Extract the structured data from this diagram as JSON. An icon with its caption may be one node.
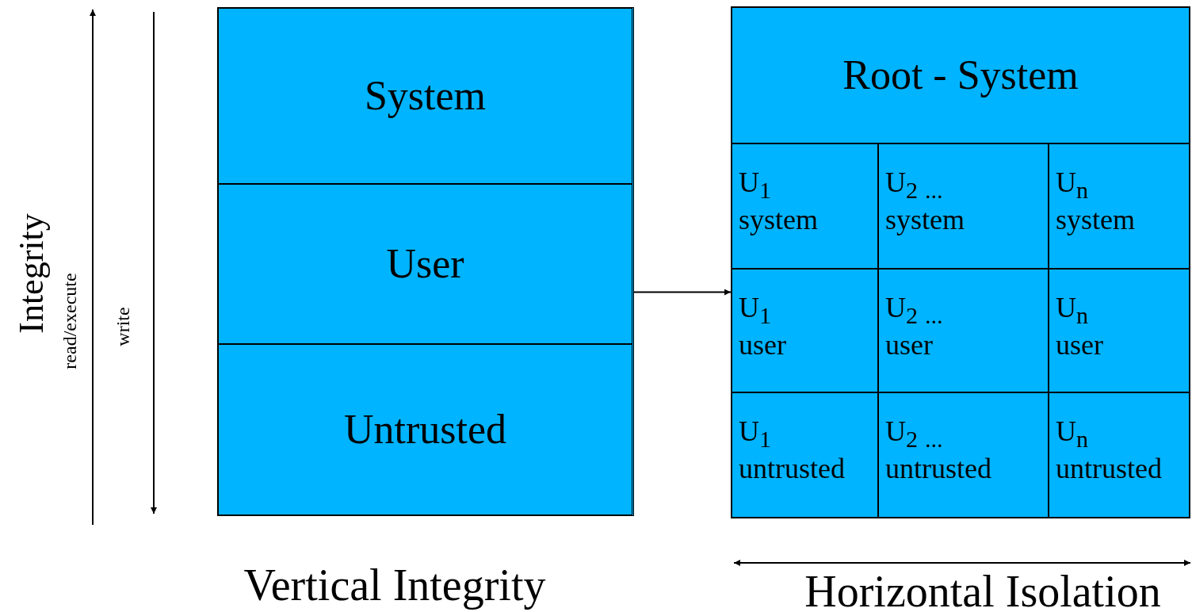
{
  "diagram": {
    "nodes": [
      {
        "text": [],
        "shape": "box"
      },
      {
        "text": [
          "System"
        ],
        "in": 0
      },
      {
        "text": [
          "User"
        ],
        "in": 0
      },
      {
        "text": [
          "Untrusted"
        ],
        "in": 0
      },
      {
        "text": [],
        "shape": "box"
      },
      {
        "text": [
          "Root - System"
        ],
        "in": 4
      },
      {
        "text": [
          "U$_{1}$",
          "system"
        ],
        "in": 4
      },
      {
        "text": [
          "U$_{2}$ $_{...}$",
          "system"
        ],
        "in": 4
      },
      {
        "text": [
          "U$_{n}$",
          "system"
        ],
        "in": 4
      },
      {
        "text": [
          "U$_{1}$",
          "user"
        ],
        "in": 4
      },
      {
        "text": [
          "U$_{2}$ $_{...}$",
          "user"
        ],
        "in": 4
      },
      {
        "text": [
          "U$_{n}$",
          "user"
        ],
        "in": 4
      },
      {
        "text": [
          "U$_{1}$",
          "untrusted"
        ],
        "in": 4
      },
      {
        "text": [
          "U$_{2}$ $_{...}$",
          "untrusted"
        ],
        "in": 4
      },
      {
        "text": [
          "U$_{n}$",
          "untrusted"
        ],
        "in": 4
      }
    ],
    "edges": [
      {
        "from": 0,
        "to": 4,
        "arrow": "to"
      }
    ],
    "labels": [
      "Integrity",
      "read/execute",
      "write",
      "Vertical Integrity",
      "Horizontal Isolation"
    ]
  }
}
